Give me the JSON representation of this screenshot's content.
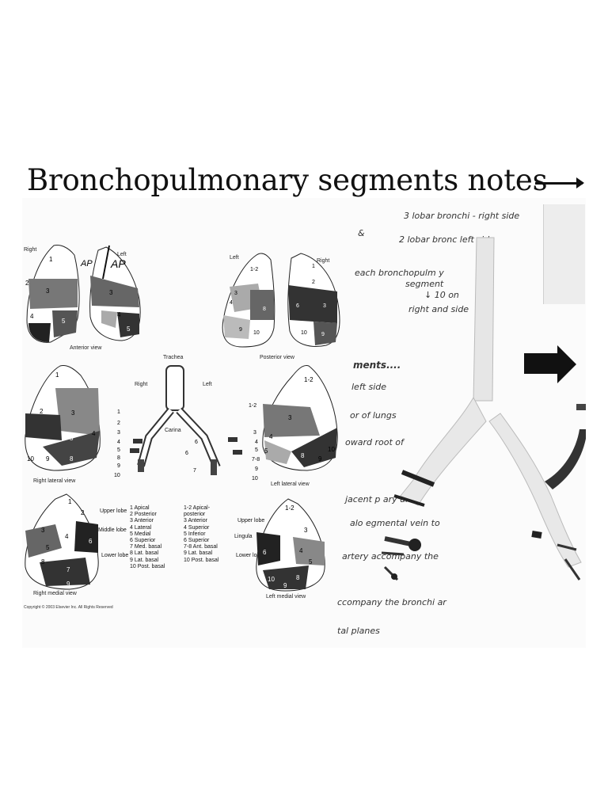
{
  "title": "Bronchopulmonary segments notes",
  "anterior": {
    "right": "Right",
    "left": "Left",
    "ap1": "AP",
    "ap2": "AP",
    "view": "Anterior view",
    "rnums": [
      "1",
      "2",
      "3",
      "4",
      "5"
    ],
    "lnums": [
      "3",
      "4",
      "5"
    ]
  },
  "posterior": {
    "left": "Left",
    "right": "Right",
    "view": "Posterior view",
    "nums": [
      "1-2",
      "3",
      "4",
      "8",
      "9",
      "10",
      "1",
      "2",
      "3",
      "6",
      "10",
      "9"
    ]
  },
  "tree": {
    "trachea": "Trachea",
    "right": "Right",
    "left": "Left",
    "carina": "Carina",
    "rnums": [
      "1",
      "2",
      "3",
      "4",
      "5",
      "8",
      "9",
      "10",
      "6",
      "7"
    ],
    "lnums": [
      "1-2",
      "3",
      "4",
      "5",
      "7-8",
      "9",
      "10",
      "6"
    ]
  },
  "rlat": {
    "view": "Right lateral view",
    "nums": [
      "1",
      "2",
      "3",
      "4",
      "5",
      "10",
      "9",
      "8"
    ]
  },
  "llat": {
    "view": "Left lateral view",
    "nums": [
      "1-2",
      "3",
      "4",
      "5",
      "8",
      "9",
      "10"
    ]
  },
  "rmed": {
    "view": "Right medial view",
    "nums": [
      "1",
      "2",
      "3",
      "4",
      "5",
      "6",
      "7",
      "8",
      "9"
    ]
  },
  "lmed": {
    "view": "Left medial view",
    "nums": [
      "1-2",
      "3",
      "4",
      "5",
      "6",
      "8",
      "9",
      "10"
    ]
  },
  "legend": {
    "right_groups": [
      "Upper lobe",
      "Middle lobe",
      "Lower lobe"
    ],
    "right_items": [
      "1  Apical",
      "2  Posterior",
      "3  Anterior",
      "4  Lateral",
      "5  Medial",
      "6  Superior",
      "7  Med. basal",
      "8  Lat. basal",
      "9  Lat. basal",
      "10  Post. basal"
    ],
    "left_items": [
      "1-2  Apical-",
      "       posterior",
      "3  Anterior",
      "4  Superior",
      "5  Inferior",
      "6  Superior",
      "7-8  Ant. basal",
      "9  Lat. basal",
      "10  Post. basal"
    ],
    "left_groups": [
      "Upper lobe",
      "Lingula",
      "Lower lobe"
    ]
  },
  "copyright": "Copyright © 2003 Elsevier Inc. All Rights Reserved",
  "notes": [
    "3 lobar bronchi - right side",
    "2 lobar bronc    left side",
    "segment",
    "right and    side",
    "ments....",
    "left side",
    "or of lungs",
    "oward root of",
    "jacent p     ary units",
    "alo   egmental vein to",
    "artery  accompany the",
    "ccompany the bronchi  ar",
    "tal planes",
    "↓ 10 on",
    "each bronchopulm    y",
    "&"
  ]
}
